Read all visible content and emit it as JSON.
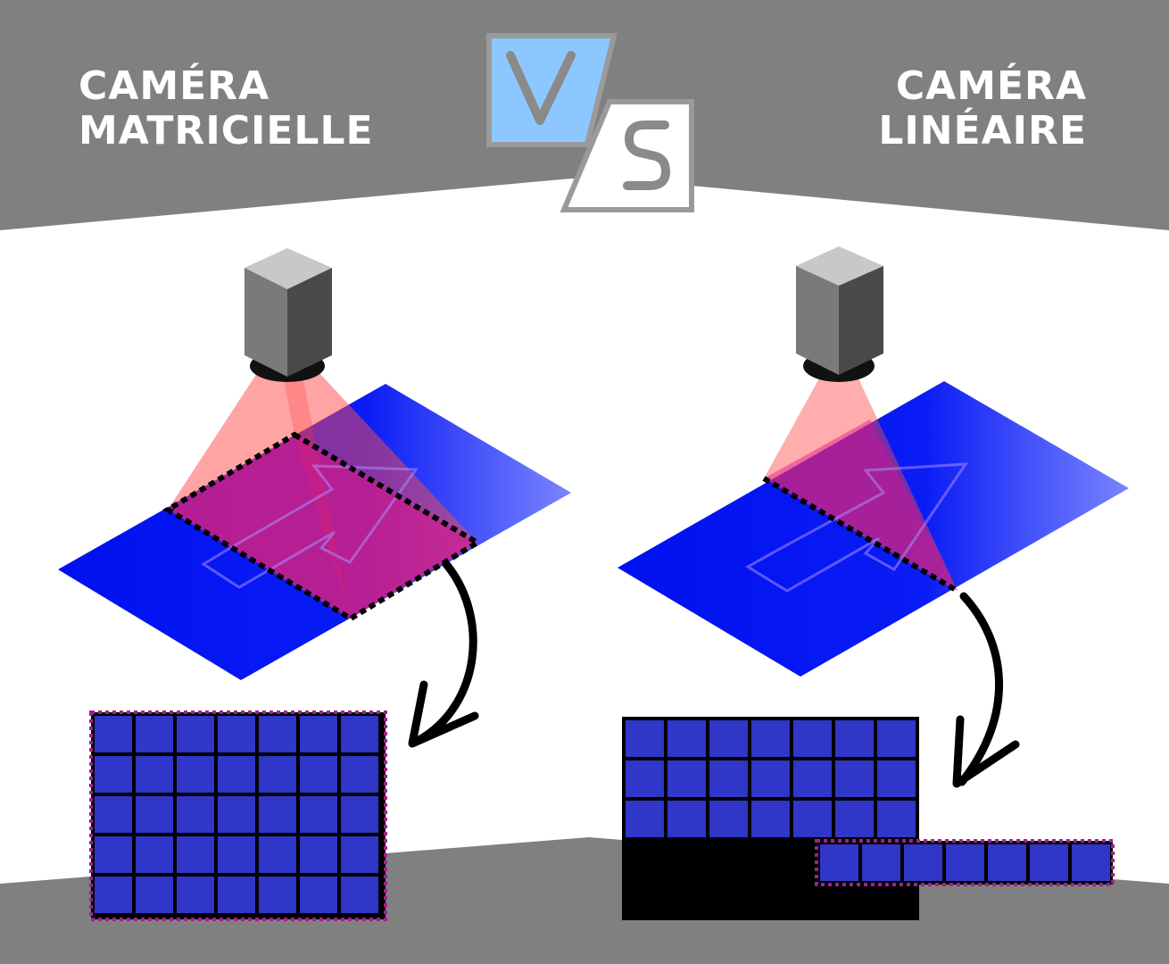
{
  "left": {
    "title_line1": "CAMÉRA",
    "title_line2": "MATRICIELLE"
  },
  "right": {
    "title_line1": "CAMÉRA",
    "title_line2": "LINÉAIRE"
  },
  "logo": {
    "letter_v": "V",
    "letter_s": "S"
  },
  "colors": {
    "banner_gray": "#808080",
    "belt_blue": "#0a1cf5",
    "beam_red": "#ff5a5a",
    "pixel_blue": "#2f36c8",
    "dashed_outline": "#a0208f",
    "logo_v_fill": "#8cc8ff"
  },
  "icons": {
    "camera_left": "industrial-camera-icon",
    "camera_right": "industrial-camera-icon",
    "arrow_left": "curved-arrow-icon",
    "arrow_right": "curved-arrow-icon",
    "flow_left": "direction-arrow-icon",
    "flow_right": "direction-arrow-icon"
  }
}
